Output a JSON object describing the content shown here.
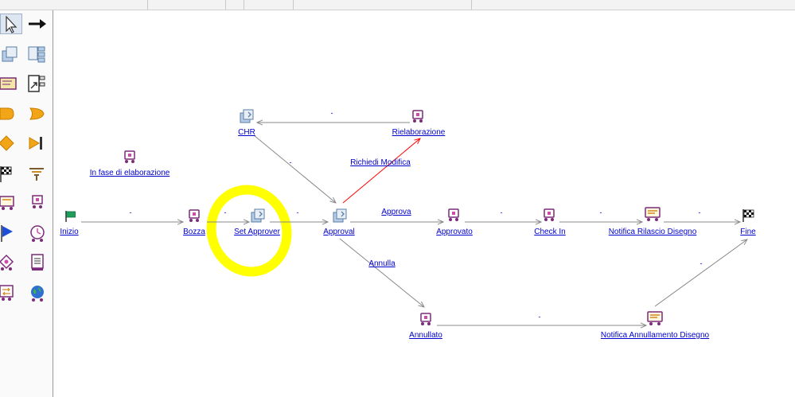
{
  "palette": {
    "tools": [
      {
        "name": "select-pointer-icon"
      },
      {
        "name": "transition-arrow-icon"
      },
      {
        "name": "activity-node-icon"
      },
      {
        "name": "subprocess-node-icon"
      },
      {
        "name": "form-node-icon"
      },
      {
        "name": "export-node-icon"
      },
      {
        "name": "delay-node-icon"
      },
      {
        "name": "and-gate-icon"
      },
      {
        "name": "or-gate-diamond-icon"
      },
      {
        "name": "end-branch-icon"
      },
      {
        "name": "checkered-flag-icon"
      },
      {
        "name": "filter-funnel-icon"
      },
      {
        "name": "notification-node-icon"
      },
      {
        "name": "robot-node-icon"
      },
      {
        "name": "start-flag-icon"
      },
      {
        "name": "timer-node-icon"
      },
      {
        "name": "diamond-node-icon"
      },
      {
        "name": "document-node-icon"
      },
      {
        "name": "sync-node-icon"
      },
      {
        "name": "web-service-globe-icon"
      }
    ]
  },
  "workflow": {
    "nodes": {
      "inizio": {
        "label": "Inizio",
        "icon": "start-flag-icon"
      },
      "bozza": {
        "label": "Bozza",
        "icon": "robot-state-icon"
      },
      "set_approver": {
        "label": "Set Approver",
        "icon": "activity-icon"
      },
      "approval": {
        "label": "Approval",
        "icon": "activity-icon"
      },
      "approvato": {
        "label": "Approvato",
        "icon": "robot-state-icon"
      },
      "check_in": {
        "label": "Check In",
        "icon": "robot-state-icon"
      },
      "notifica_rilascio": {
        "label": "Notifica Rilascio Disegno",
        "icon": "notification-icon"
      },
      "fine": {
        "label": "Fine",
        "icon": "checkered-flag-icon"
      },
      "chr": {
        "label": "CHR",
        "icon": "activity-icon"
      },
      "rielaborazione": {
        "label": "Rielaborazione",
        "icon": "robot-state-icon"
      },
      "in_fase": {
        "label": "In fase di elaborazione",
        "icon": "robot-state-icon"
      },
      "annullato": {
        "label": "Annullato",
        "icon": "robot-state-icon"
      },
      "notifica_annullamento": {
        "label": "Notifica Annullamento Disegno",
        "icon": "notification-icon"
      }
    },
    "edges": {
      "inizio_bozza": "-",
      "bozza_set": "-",
      "set_approval": "-",
      "approval_approvato": "Approva",
      "approvato_checkin": "-",
      "checkin_notifica": "-",
      "notifica_fine": "-",
      "riel_chr": "-",
      "chr_approval": "-",
      "approval_riel": "Richiedi Modifica",
      "approval_annullato": "Annulla",
      "annullato_notifica": "-",
      "notifica_ann_fine": "-"
    },
    "highlight_color": "#ffff00",
    "rejection_edge_color": "#ff0000"
  }
}
